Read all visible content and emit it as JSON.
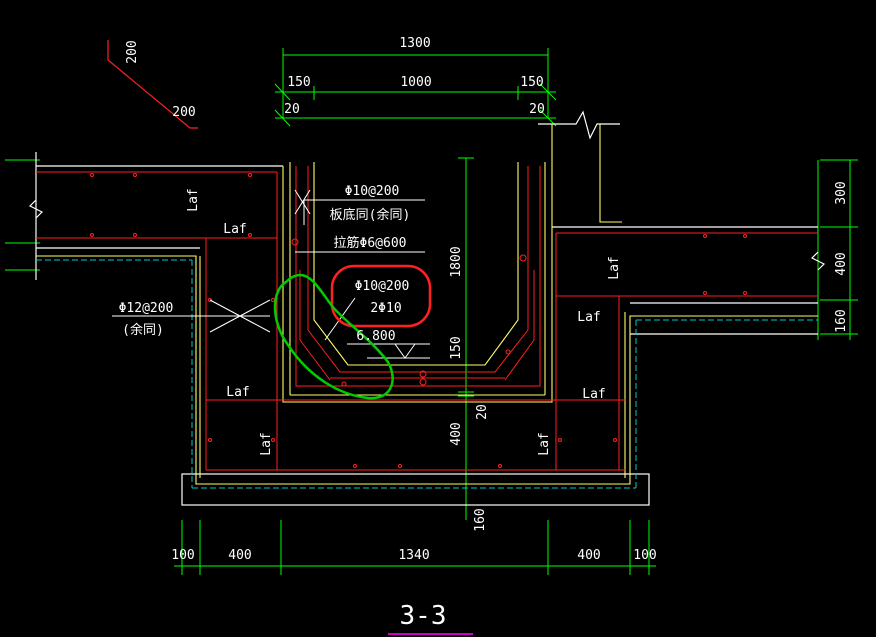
{
  "drawing": {
    "section_title": "3-3",
    "colors": {
      "background": "#000000",
      "concrete_outline": "#ffffff",
      "structure_line": "#ffff66",
      "rebar": "#ff2020",
      "dimension": "#00ff00",
      "leader": "#ffffff",
      "hidden": "#00c8c8",
      "markup_red": "#ff2020",
      "markup_green": "#00cc00",
      "title_underline": "#cc00cc"
    },
    "top_dims": {
      "overall": "1300",
      "left_wall": "150",
      "clear": "1000",
      "right_wall": "150",
      "left_cover": "20",
      "right_cover": "20"
    },
    "bottom_dims": {
      "d1": "100",
      "d2": "400",
      "d3": "1340",
      "d4": "400",
      "d5": "100"
    },
    "right_dims": {
      "d1": "300",
      "d2": "400",
      "d3": "160"
    },
    "vertical_dims": {
      "depth": "1800",
      "haunch": "150",
      "cover": "20",
      "slab": "400",
      "cushion": "160"
    },
    "bent_bar_dims": {
      "vertical": "200",
      "horizontal": "200"
    },
    "anchorage": {
      "upper_vertical": "Laf",
      "upper_horizontal": "Laf",
      "right_vertical": "Laf",
      "right_horizontal": "Laf",
      "bottom_left": "Laf",
      "bottom_right": "Laf",
      "lower_left_vertical": "Laf",
      "lower_right_vertical": "Laf"
    },
    "callouts": {
      "top_rebar": "Φ10@200",
      "top_rebar_note": "板底同(余同)",
      "tie_bar": "拉筋Φ6@600",
      "circled_rebar": "Φ10@200",
      "circled_rebar_count": "2Φ10",
      "elevation": "6.800",
      "wall_rebar": "Φ12@200",
      "wall_rebar_note": "(余同)"
    }
  }
}
